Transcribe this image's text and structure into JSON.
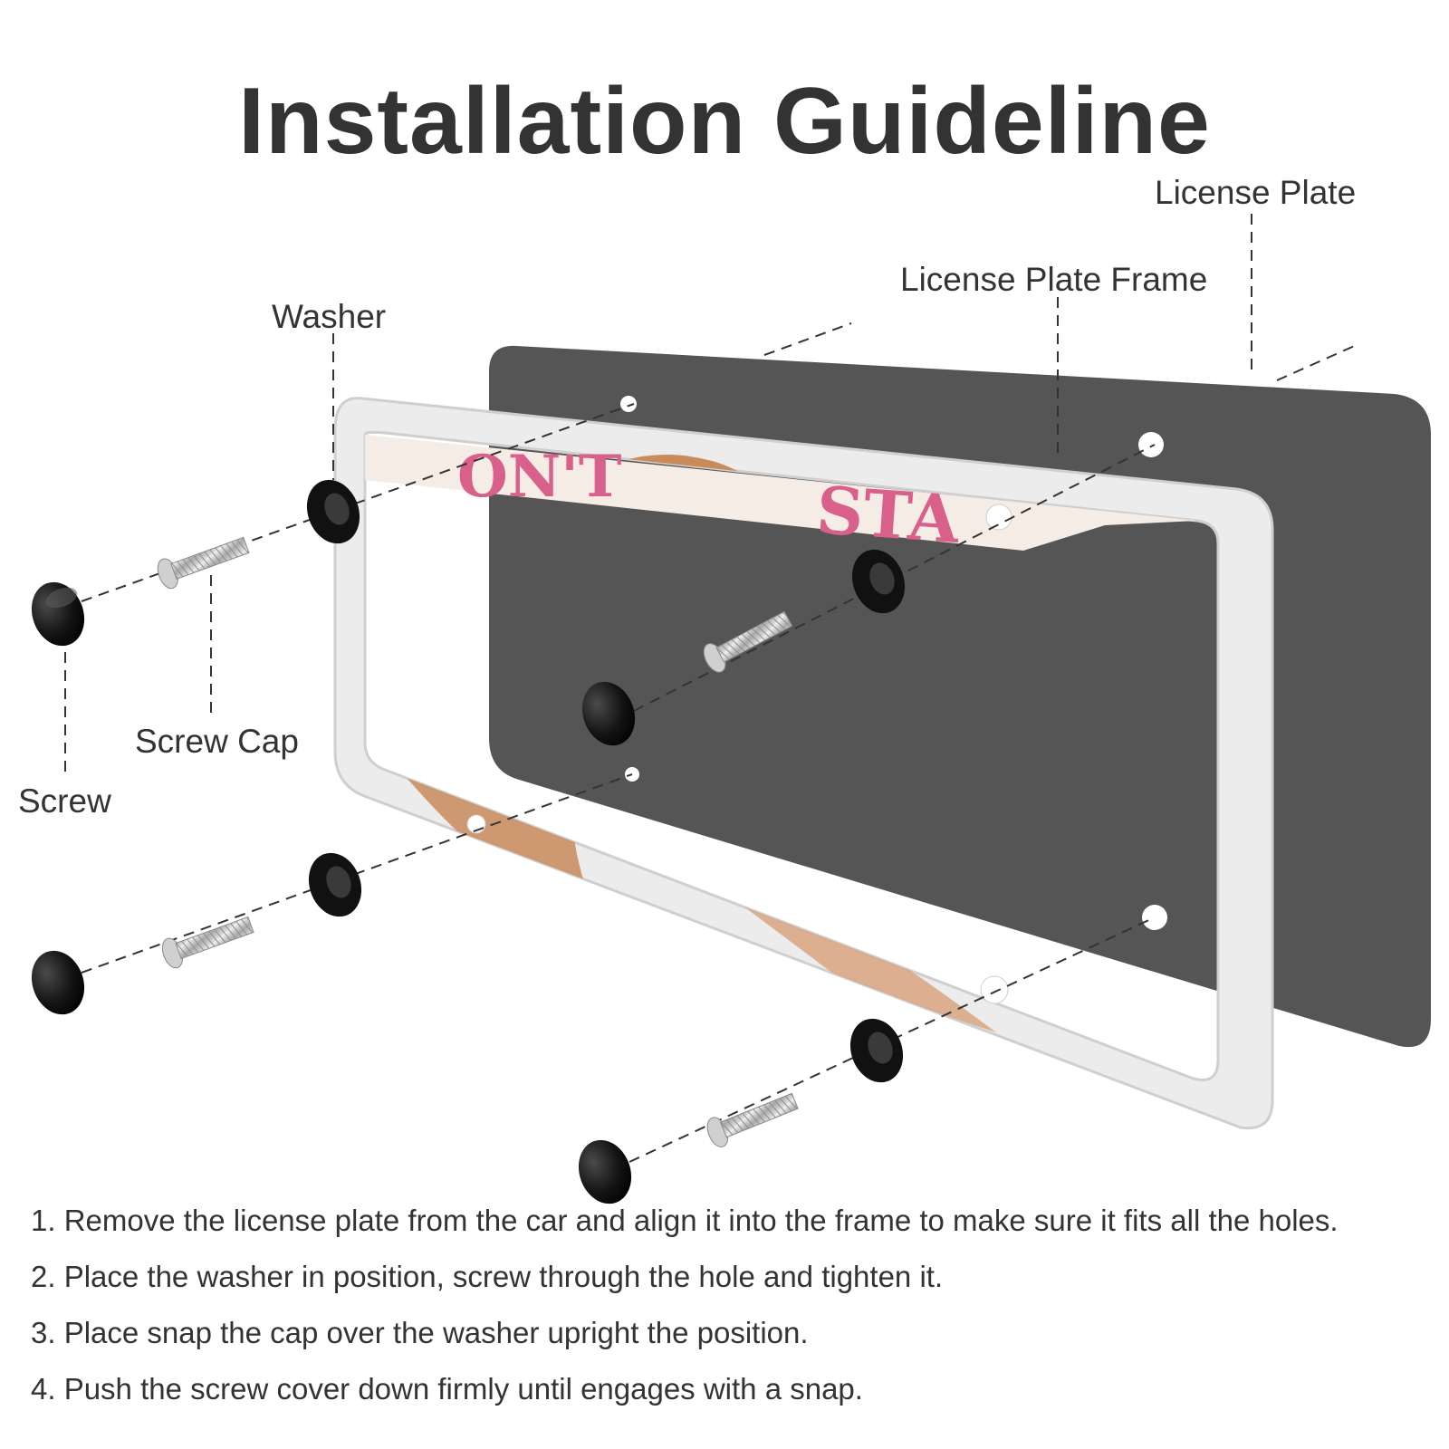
{
  "title": "Installation Guideline",
  "callouts": {
    "license_plate": "License Plate",
    "license_plate_frame": "License Plate Frame",
    "washer": "Washer",
    "screw_cap": "Screw Cap",
    "screw": "Screw"
  },
  "plate_print": {
    "text_left": "ON'T",
    "text_right": "STA"
  },
  "steps": [
    "1. Remove the license plate from the car and align it into the frame to make sure it fits all the holes.",
    "2. Place the washer in position, screw through the hole and tighten it.",
    "3. Place snap the cap over the washer upright the position.",
    "4. Push the screw cover down firmly until engages with a snap."
  ],
  "colors": {
    "plate": "#555555",
    "frame": "#ececec",
    "hardware": "#111111",
    "text": "#333333",
    "accent_print": "#d8608a"
  }
}
